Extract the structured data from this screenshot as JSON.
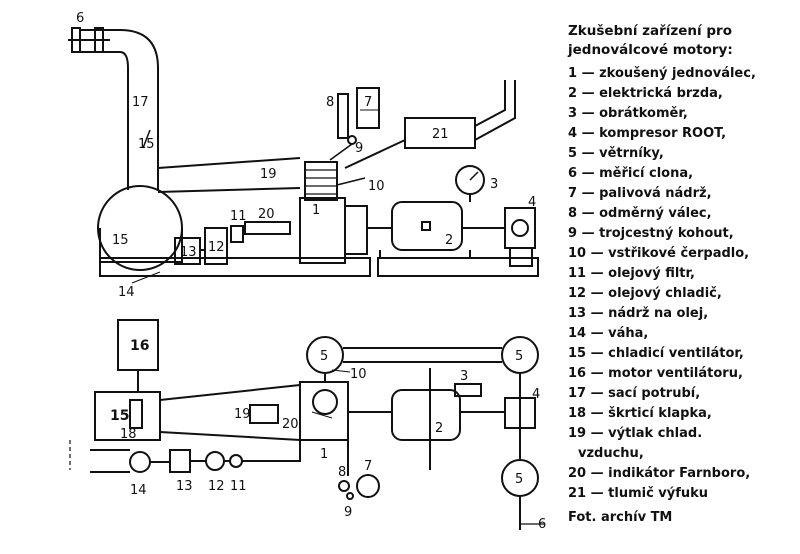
{
  "legend": {
    "title_line1": "Zkušební zařízení pro",
    "title_line2": "jednoválcové motory:",
    "items": [
      "1 — zkoušený jednoválec,",
      "2 — elektrická brzda,",
      "3 — obrátkoměr,",
      "4 — kompresor ROOT,",
      "5 — větrníky,",
      "6 — měřicí clona,",
      "7 — palivová nádrž,",
      "8 — odměrný válec,",
      "9 — trojcestný kohout,",
      "10 — vstřikové čerpadlo,",
      "11 — olejový filtr,",
      "12 — olejový chladič,",
      "13 — nádrž na olej,",
      "14 — váha,",
      "15 — chladicí ventilátor,",
      "16 — motor ventilátoru,",
      "17 — sací potrubí,",
      "18 — škrticí klapka,",
      "19 — výtlak chlad."
    ],
    "item19_cont": "vzduchu,",
    "items_tail": [
      "20 — indikátor Farnboro,",
      "21 — tlumič výfuku"
    ],
    "credit": "Fot. archív TM"
  },
  "callouts": {
    "n1": "1",
    "n2": "2",
    "n3": "3",
    "n4": "4",
    "n5": "5",
    "n6": "6",
    "n7": "7",
    "n8": "8",
    "n9": "9",
    "n10": "10",
    "n11": "11",
    "n12": "12",
    "n13": "13",
    "n14": "14",
    "n15": "15",
    "n16": "16",
    "n17": "17",
    "n18": "18",
    "n19": "19",
    "n20": "20",
    "n21": "21"
  }
}
